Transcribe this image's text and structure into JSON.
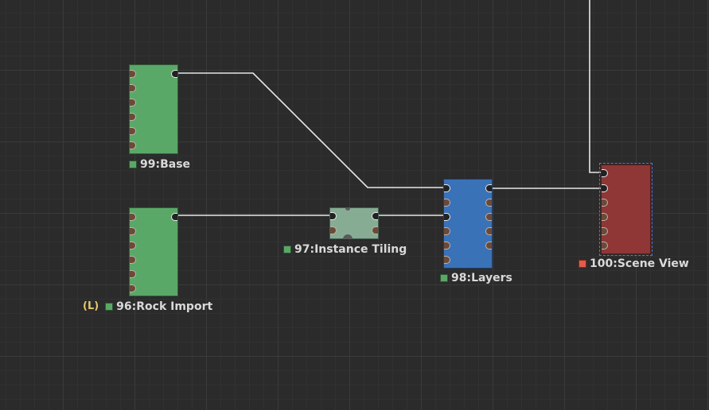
{
  "graph": {
    "nodes": {
      "base": {
        "label": "99:Base",
        "color": "#5aa867",
        "swatch": "#5aa867"
      },
      "rock_import": {
        "label": "96:Rock Import",
        "color": "#5aa867",
        "swatch": "#5aa867",
        "tag": "(L)"
      },
      "instance_tiling": {
        "label": "97:Instance Tiling",
        "color": "#86ad94",
        "swatch": "#5aa867"
      },
      "layers": {
        "label": "98:Layers",
        "color": "#3a72b8",
        "swatch": "#5aa867"
      },
      "scene_view": {
        "label": "100:Scene View",
        "color": "#8f3636",
        "swatch": "#e65a4a",
        "selected": true
      }
    }
  }
}
